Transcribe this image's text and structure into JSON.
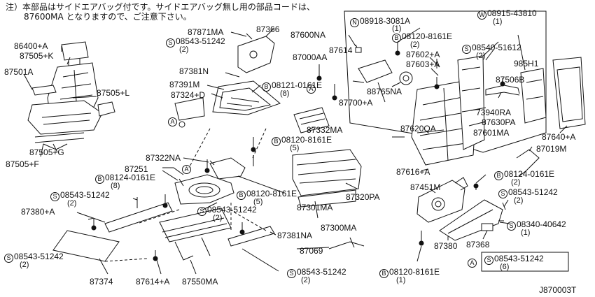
{
  "note": {
    "line1": "注）本部品はサイドエアバッグ付です。サイドエアバッグ無し用の部品コードは、",
    "line2": "87600MA となりますので、ご注意下さい。"
  },
  "diagram_ref": "J870003T",
  "legend_box": {
    "mark": "A",
    "prefix": "S",
    "part": "08543-51242",
    "qty": "(6)"
  },
  "labels": {
    "l86400a": "86400+A",
    "l87505k": "87505+K",
    "l87501a": "87501A",
    "l87505l": "87505+L",
    "l87505g": "87505+G",
    "l87505f": "87505+F",
    "l87871ma": "87871MA",
    "l87366": "87366",
    "s1": "08543-51242",
    "l87381n": "87381N",
    "l87391m": "87391M",
    "l87324d": "87324+D",
    "b1": "08121-0161E",
    "l87322na": "87322NA",
    "l87251": "87251",
    "b2": "08124-0161E",
    "s2": "08543-51242",
    "l87380a": "87380+A",
    "s3": "08543-51242",
    "l87374": "87374",
    "l87614a": "87614+A",
    "l87550ma": "87550MA",
    "b3": "08120-8161E",
    "s4": "08543-51242",
    "l87381na": "87381NA",
    "l87069": "87069",
    "s5": "08543-51242",
    "b4": "08120-8161E",
    "l87600na": "87600NA",
    "l87000aa": "87000AA",
    "l87614": "87614",
    "l87332ma": "87332MA",
    "b5": "08120-8161E",
    "l87301ma": "87301MA",
    "l87320pa": "87320PA",
    "l87300ma": "87300MA",
    "n1": "08918-3081A",
    "b6": "08120-8161E",
    "l87602a": "87602+A",
    "l87603a": "87603+A",
    "l88765na": "88765NA",
    "l87700a": "87700+A",
    "l87620qa": "87620QA",
    "w1": "08915-43810",
    "s6": "08540-51612",
    "l985h1": "985H1",
    "l87506b": "87506B",
    "l73940ra": "73940RA",
    "l87630pa": "87630PA",
    "l87601ma": "87601MA",
    "l87640a": "87640+A",
    "l87019m": "87019M",
    "l87616a": "87616+A",
    "b7": "08124-0161E",
    "l87451m": "87451M",
    "s7": "08543-51242",
    "s8": "08340-40642",
    "l87380": "87380",
    "l87368": "87368"
  },
  "quantities": {
    "s1": "(2)",
    "b1": "(8)",
    "b2": "(8)",
    "s2": "(2)",
    "s3": "(2)",
    "b3": "(5)",
    "s4": "(2)",
    "s5": "(2)",
    "b4": "(1)",
    "b5": "(5)",
    "n1": "(1)",
    "b6": "(2)",
    "w1": "(1)",
    "s6": "(2)",
    "b7": "(2)",
    "s7": "(2)",
    "s8": "(1)"
  },
  "markers": {
    "S": "S",
    "B": "B",
    "N": "N",
    "W": "W",
    "A": "A"
  }
}
